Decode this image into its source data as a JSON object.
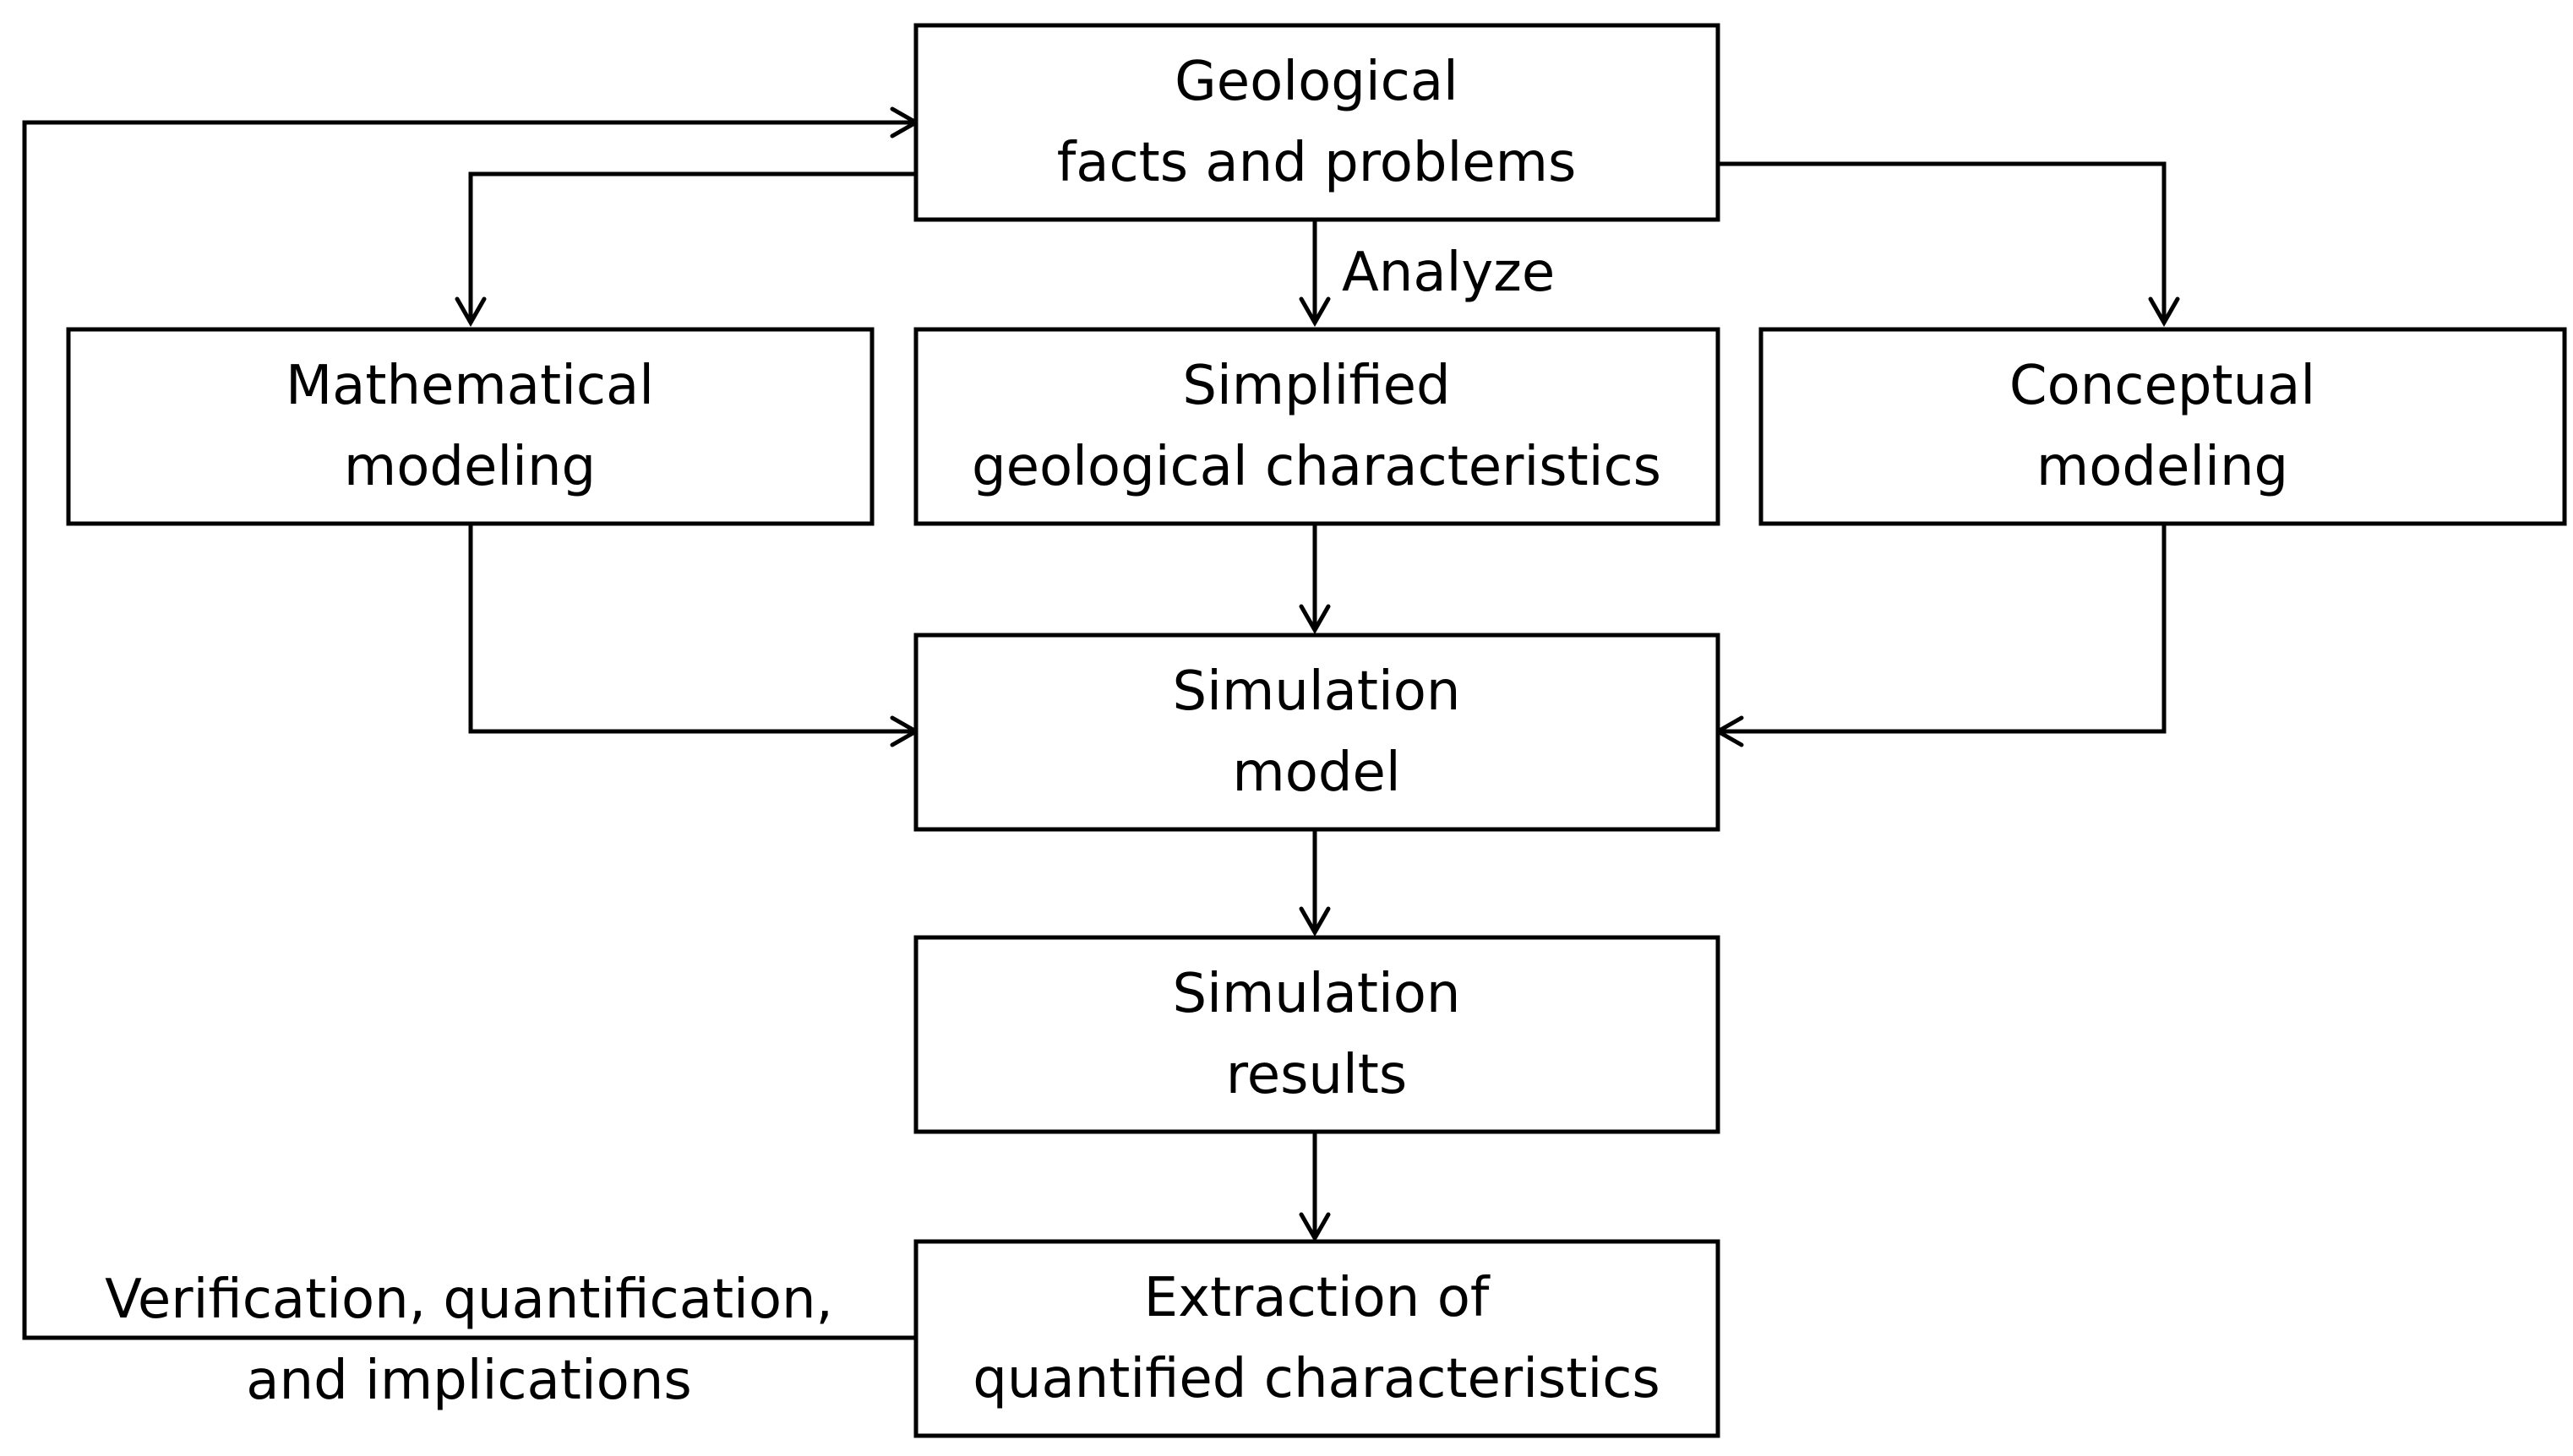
{
  "diagram": {
    "nodes": {
      "geological_facts": {
        "line1": "Geological",
        "line2": "facts and problems"
      },
      "mathematical_modeling": {
        "line1": "Mathematical",
        "line2": "modeling"
      },
      "simplified_characteristics": {
        "line1": "Simplified",
        "line2": "geological characteristics"
      },
      "conceptual_modeling": {
        "line1": "Conceptual",
        "line2": "modeling"
      },
      "simulation_model": {
        "line1": "Simulation",
        "line2": "model"
      },
      "simulation_results": {
        "line1": "Simulation",
        "line2": "results"
      },
      "extraction": {
        "line1": "Extraction of",
        "line2": "quantified characteristics"
      }
    },
    "edge_labels": {
      "analyze": "Analyze",
      "feedback_line1": "Verification, quantification,",
      "feedback_line2": "and implications"
    },
    "edges": [
      {
        "from": "geological_facts",
        "to": "simplified_characteristics",
        "label": "Analyze"
      },
      {
        "from": "geological_facts",
        "to": "mathematical_modeling"
      },
      {
        "from": "geological_facts",
        "to": "conceptual_modeling"
      },
      {
        "from": "mathematical_modeling",
        "to": "simulation_model"
      },
      {
        "from": "simplified_characteristics",
        "to": "simulation_model"
      },
      {
        "from": "conceptual_modeling",
        "to": "simulation_model"
      },
      {
        "from": "simulation_model",
        "to": "simulation_results"
      },
      {
        "from": "simulation_results",
        "to": "extraction"
      },
      {
        "from": "extraction",
        "to": "geological_facts",
        "label": "Verification, quantification, and implications"
      }
    ]
  }
}
